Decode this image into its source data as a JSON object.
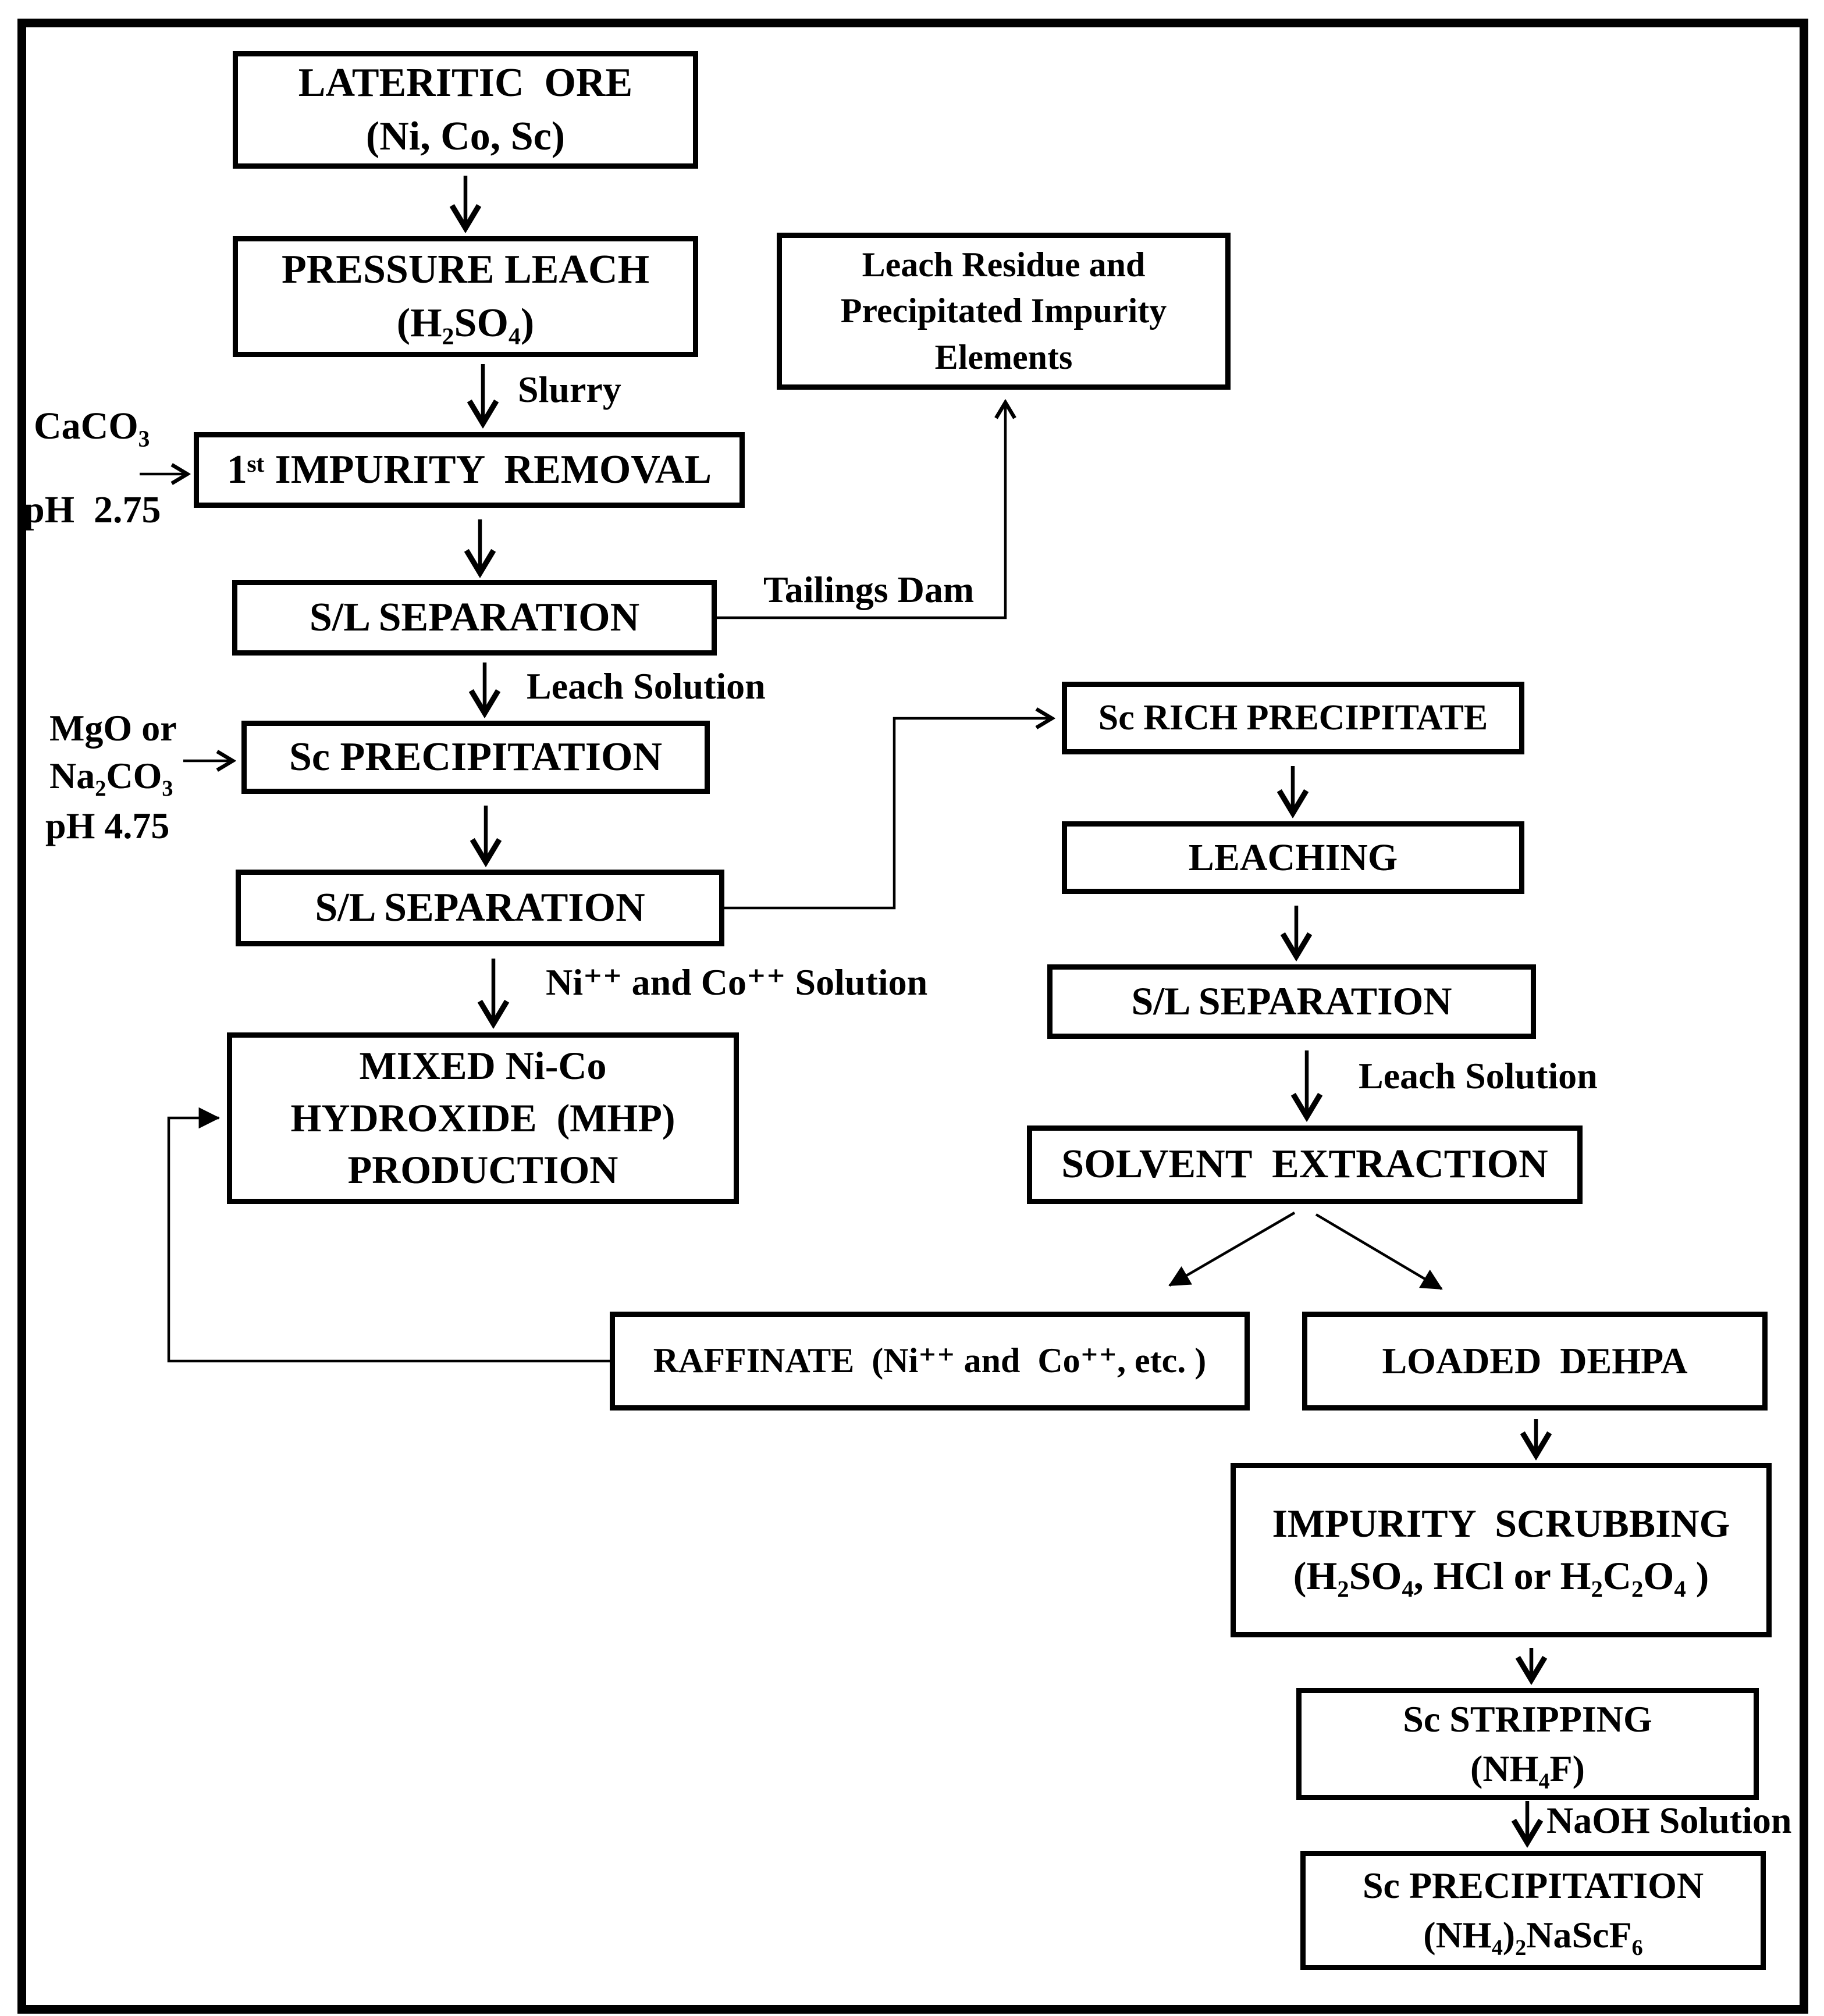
{
  "colors": {
    "ink": "#000000",
    "paper": "#ffffff"
  },
  "nodes": {
    "lateritic_ore": {
      "lines": [
        "LATERITIC  ORE",
        "(Ni, Co, Sc)"
      ]
    },
    "pressure_leach": {
      "lines": [
        "PRESSURE LEACH",
        "(H₂SO₄)"
      ]
    },
    "leach_residue": {
      "lines": [
        "Leach Residue and",
        "Precipitated Impurity",
        "Elements"
      ]
    },
    "impurity_removal_1": {
      "lines": [
        "1ˢᵗ IMPURITY  REMOVAL"
      ]
    },
    "sl_separation_1": {
      "lines": [
        "S/L SEPARATION"
      ]
    },
    "sc_precipitation_1": {
      "lines": [
        "Sc PRECIPITATION"
      ]
    },
    "sl_separation_2": {
      "lines": [
        "S/L SEPARATION"
      ]
    },
    "mhp_production": {
      "lines": [
        "MIXED Ni-Co",
        "HYDROXIDE  (MHP)",
        "PRODUCTION"
      ]
    },
    "sc_rich_precipitate": {
      "lines": [
        "Sc RICH PRECIPITATE"
      ]
    },
    "leaching": {
      "lines": [
        "LEACHING"
      ]
    },
    "sl_separation_3": {
      "lines": [
        "S/L SEPARATION"
      ]
    },
    "solvent_extraction": {
      "lines": [
        "SOLVENT  EXTRACTION"
      ]
    },
    "raffinate": {
      "lines": [
        "RAFFINATE  (Ni⁺⁺ and  Co⁺⁺, etc. )"
      ]
    },
    "loaded_dehpa": {
      "lines": [
        "LOADED  DEHPA"
      ]
    },
    "impurity_scrubbing": {
      "lines": [
        "IMPURITY  SCRUBBING",
        "(H₂SO₄, HCl or H₂C₂O₄ )"
      ]
    },
    "sc_stripping": {
      "lines": [
        "Sc STRIPPING",
        "(NH₄F)"
      ]
    },
    "sc_precipitation_2": {
      "lines": [
        "Sc PRECIPITATION",
        "(NH₄)₂NaScF₆"
      ]
    }
  },
  "edge_labels": {
    "slurry": "Slurry",
    "tailings_dam": "Tailings Dam",
    "leach_solution_1": "Leach Solution",
    "nico_solution": "Ni⁺⁺ and Co⁺⁺ Solution",
    "leach_solution_2": "Leach Solution",
    "naoh_solution": "NaOH Solution"
  },
  "reagent_labels": {
    "caco3": "CaCO₃",
    "ph_2_75": "pH  2.75",
    "mgo_or": "MgO or",
    "na2co3": "Na₂CO₃",
    "ph_4_75": "pH 4.75"
  }
}
